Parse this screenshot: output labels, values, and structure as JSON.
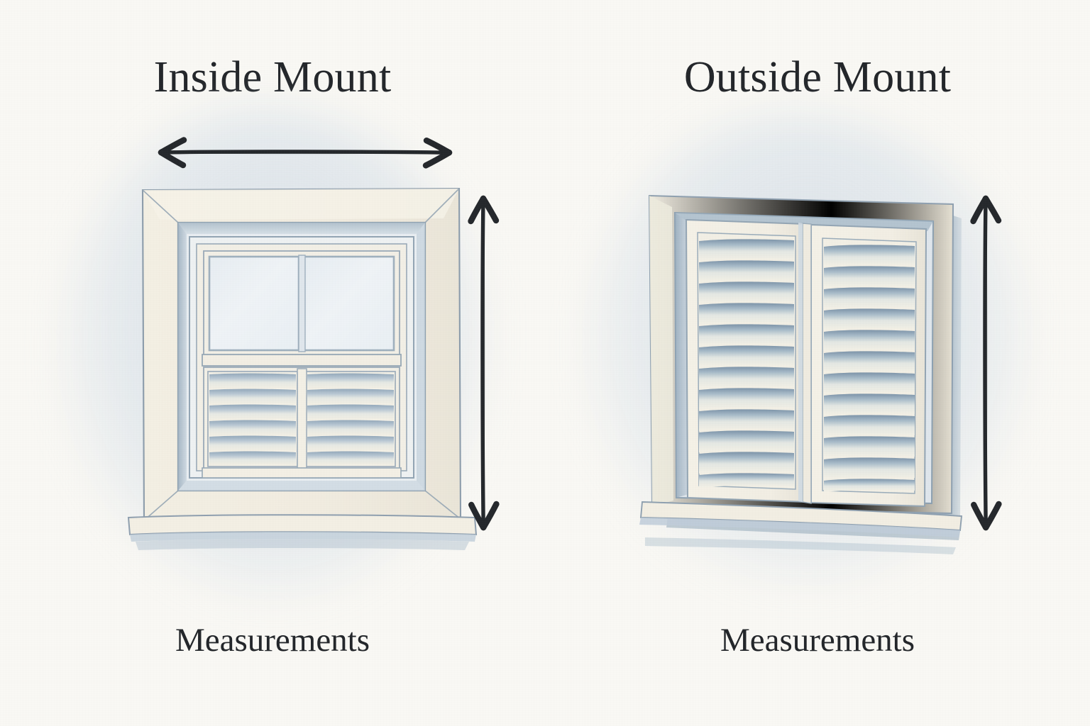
{
  "page": {
    "background_color": "#f9f8f4",
    "ink_color": "#23262a",
    "accent_blue_grey": "#8fa2b3",
    "frame_cream": "#f1ece0",
    "glass_blue": "#eef2f5",
    "halo_blue": "#c9d7e4"
  },
  "panels": [
    {
      "id": "inside-mount",
      "heading": "Inside Mount",
      "caption": "Measurements",
      "illustration": {
        "name": "window-with-inside-mounted-shutters",
        "parts": [
          "outer-casing-frame",
          "mitered-corners",
          "upper-sash-two-glass-panes",
          "lower-shutter-two-panels",
          "louvers",
          "window-sill"
        ],
        "louver_rows": 6,
        "shutter_panels": 2,
        "glass_panes": 2
      },
      "arrows": [
        {
          "name": "width-arrow",
          "orientation": "horizontal",
          "heads": "double"
        },
        {
          "name": "height-arrow",
          "orientation": "vertical",
          "heads": "double"
        }
      ]
    },
    {
      "id": "outside-mount",
      "heading": "Outside Mount",
      "caption": "Measurements",
      "illustration": {
        "name": "window-with-outside-mounted-shutters",
        "parts": [
          "wall-casing",
          "shutter-pair-covering-opening",
          "left-shutter-panel",
          "right-shutter-panel",
          "louvers",
          "cast-shadow",
          "window-sill"
        ],
        "louver_rows": 11,
        "shutter_panels": 2,
        "glass_panes": 0
      },
      "arrows": [
        {
          "name": "height-arrow",
          "orientation": "vertical",
          "heads": "double"
        }
      ]
    }
  ]
}
